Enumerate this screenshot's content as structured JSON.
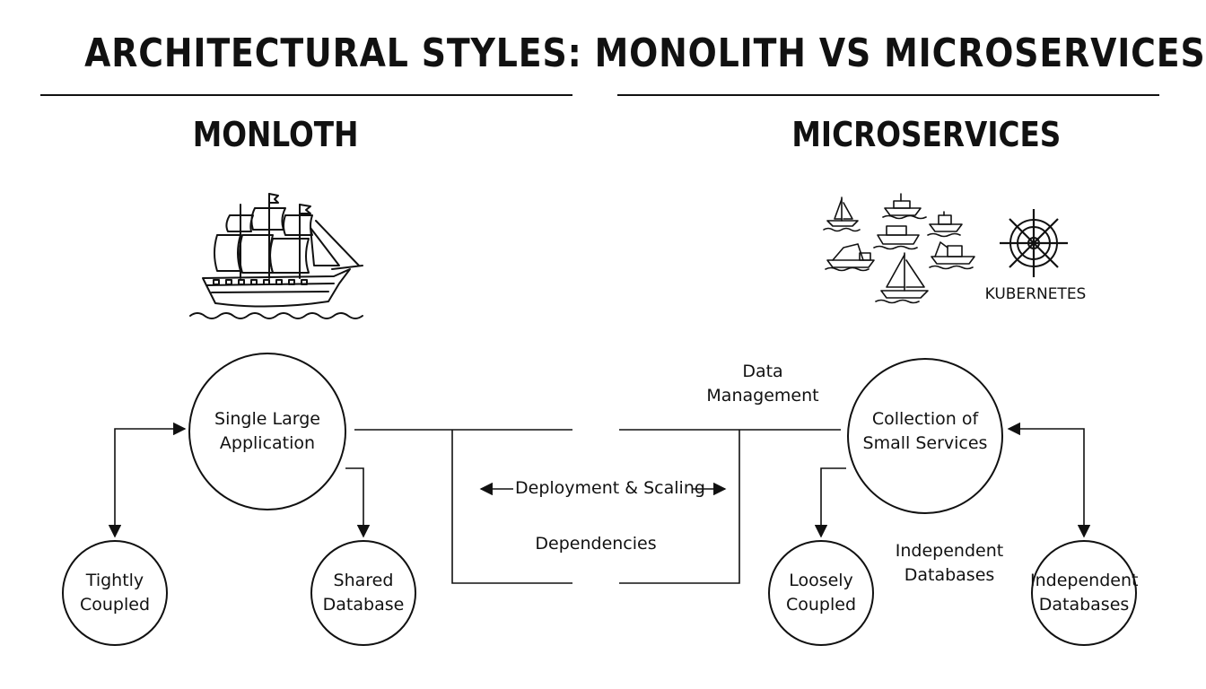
{
  "title": "ARCHITECTURAL STYLES: MONOLITH VS MICROSERVICES",
  "monolith": {
    "heading": "MONLOTH",
    "illustration_icon": "sailing-ship-icon",
    "main_node": {
      "line1": "Single Large",
      "line2": "Application"
    },
    "left_node": {
      "line1": "Tightly",
      "line2": "Coupled"
    },
    "right_node": {
      "line1": "Shared",
      "line2": "Database"
    }
  },
  "microservices": {
    "heading": "MICROSERVICES",
    "illustration_icon": "small-boats-icon",
    "orchestrator_icon": "ship-wheel-icon",
    "orchestrator_label": "KUBERNETES",
    "main_node": {
      "line1": "Collection of",
      "line2": "Small Services"
    },
    "left_node": {
      "line1": "Loosely",
      "line2": "Coupled"
    },
    "right_node": {
      "line1": "Independent",
      "line2": "Databases"
    },
    "middle_label": {
      "line1": "Independent",
      "line2": "Databases"
    }
  },
  "comparison": {
    "data_management": {
      "line1": "Data",
      "line2": "Management"
    },
    "deployment_scaling": "Deployment & Scaling",
    "dependencies": "Dependencies"
  }
}
